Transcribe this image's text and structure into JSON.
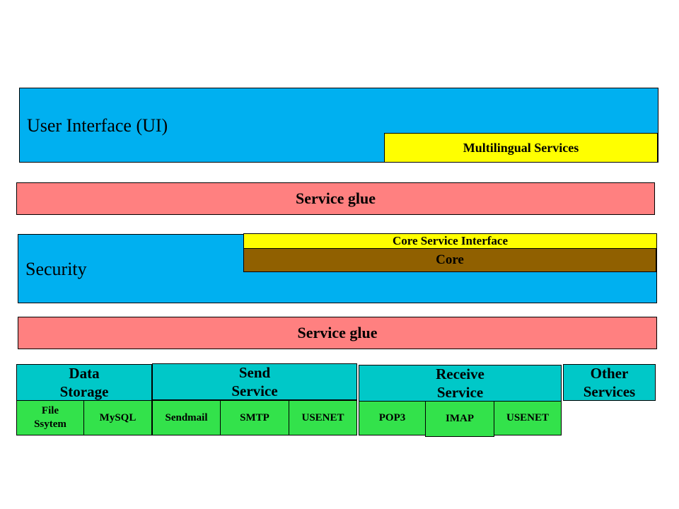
{
  "ui_layer": {
    "label": "User Interface (UI)",
    "multilingual": "Multilingual Services"
  },
  "glue_top": "Service glue",
  "security_layer": {
    "label": "Security",
    "core_interface": "Core Service Interface",
    "core": "Core"
  },
  "glue_bottom": "Service glue",
  "services": {
    "data_storage": {
      "title": "Data\nStorage",
      "items": [
        "File\nSsytem",
        "MySQL"
      ]
    },
    "send_service": {
      "title": "Send\nService",
      "items": [
        "Sendmail",
        "SMTP",
        "USENET"
      ]
    },
    "receive_service": {
      "title": "Receive\nService",
      "items": [
        "POP3",
        "IMAP",
        "USENET"
      ]
    },
    "other_services": {
      "title": "Other\nServices"
    }
  },
  "colors": {
    "layer_blue": "#00b0f0",
    "highlight_yellow": "#ffff00",
    "glue_pink": "#ff8080",
    "core_brown": "#906000",
    "service_teal": "#00c8c8",
    "component_green": "#33e24b"
  }
}
